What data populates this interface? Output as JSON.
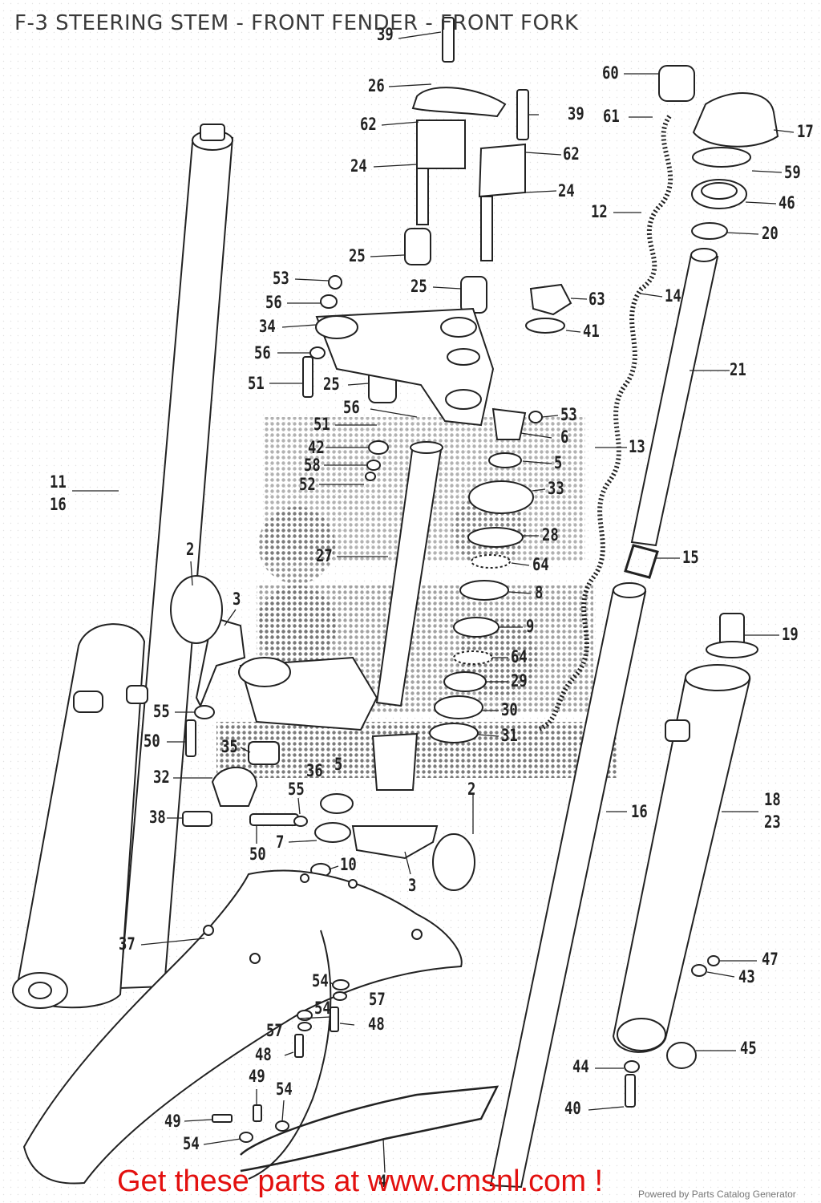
{
  "title": "F-3 STEERING STEM - FRONT FENDER - FRONT FORK",
  "footer_link": "Get these parts at www.cmsnl.com !",
  "powered_by": "Powered by Parts Catalog Generator",
  "parts": [
    {
      "num": "39"
    },
    {
      "num": "26"
    },
    {
      "num": "62"
    },
    {
      "num": "24"
    },
    {
      "num": "39"
    },
    {
      "num": "62"
    },
    {
      "num": "24"
    },
    {
      "num": "25"
    },
    {
      "num": "25"
    },
    {
      "num": "53"
    },
    {
      "num": "56"
    },
    {
      "num": "34"
    },
    {
      "num": "56"
    },
    {
      "num": "51"
    },
    {
      "num": "25"
    },
    {
      "num": "56"
    },
    {
      "num": "51"
    },
    {
      "num": "42"
    },
    {
      "num": "58"
    },
    {
      "num": "52"
    },
    {
      "num": "60"
    },
    {
      "num": "61"
    },
    {
      "num": "17"
    },
    {
      "num": "59"
    },
    {
      "num": "46"
    },
    {
      "num": "12"
    },
    {
      "num": "20"
    },
    {
      "num": "14"
    },
    {
      "num": "63"
    },
    {
      "num": "41"
    },
    {
      "num": "21"
    },
    {
      "num": "53"
    },
    {
      "num": "6"
    },
    {
      "num": "13"
    },
    {
      "num": "5"
    },
    {
      "num": "33"
    },
    {
      "num": "28"
    },
    {
      "num": "64"
    },
    {
      "num": "8"
    },
    {
      "num": "15"
    },
    {
      "num": "9"
    },
    {
      "num": "64"
    },
    {
      "num": "29"
    },
    {
      "num": "30"
    },
    {
      "num": "31"
    },
    {
      "num": "19"
    },
    {
      "num": "11"
    },
    {
      "num": "16"
    },
    {
      "num": "2"
    },
    {
      "num": "3"
    },
    {
      "num": "27"
    },
    {
      "num": "55"
    },
    {
      "num": "50"
    },
    {
      "num": "35"
    },
    {
      "num": "36"
    },
    {
      "num": "5"
    },
    {
      "num": "32"
    },
    {
      "num": "38"
    },
    {
      "num": "55"
    },
    {
      "num": "7"
    },
    {
      "num": "50"
    },
    {
      "num": "2"
    },
    {
      "num": "10"
    },
    {
      "num": "3"
    },
    {
      "num": "16"
    },
    {
      "num": "18"
    },
    {
      "num": "23"
    },
    {
      "num": "37"
    },
    {
      "num": "47"
    },
    {
      "num": "43"
    },
    {
      "num": "54"
    },
    {
      "num": "57"
    },
    {
      "num": "54"
    },
    {
      "num": "48"
    },
    {
      "num": "57"
    },
    {
      "num": "48"
    },
    {
      "num": "45"
    },
    {
      "num": "44"
    },
    {
      "num": "49"
    },
    {
      "num": "54"
    },
    {
      "num": "40"
    },
    {
      "num": "49"
    },
    {
      "num": "54"
    },
    {
      "num": "4"
    }
  ]
}
